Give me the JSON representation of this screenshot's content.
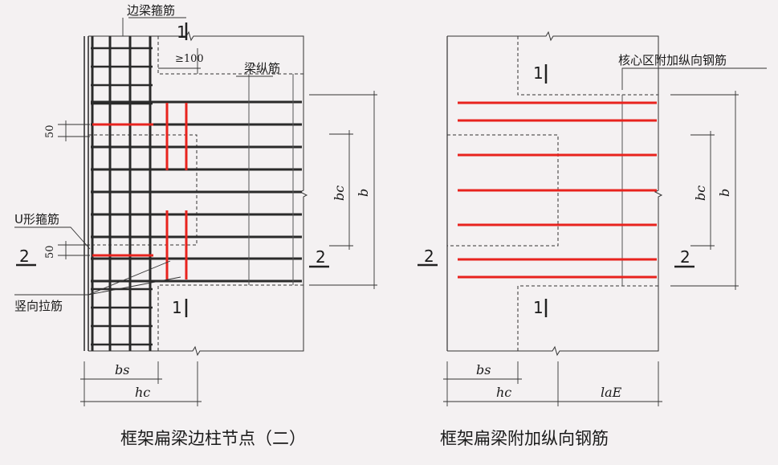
{
  "left": {
    "caption": "框架扁梁边柱节点（二）",
    "labels": {
      "edge_beam_stirrup": "边梁箍筋",
      "min_100": "≥100",
      "beam_long_bar": "梁纵筋",
      "u_stirrup": "U形箍筋",
      "vertical_tie": "竖向拉筋",
      "dim_50_top": "50",
      "dim_50_bot": "50",
      "bs": "bs",
      "hc": "hc",
      "bc": "bc",
      "b": "b",
      "sec1_top": "1",
      "sec1_bot": "1",
      "sec2_left": "2",
      "sec2_right": "2"
    }
  },
  "right": {
    "caption": "框架扁梁附加纵向钢筋",
    "labels": {
      "core_extra_bar": "核心区附加纵向钢筋",
      "bs": "bs",
      "hc": "hc",
      "lae": "laE",
      "bc": "bc",
      "b": "b",
      "sec1_top": "1",
      "sec1_bot": "1",
      "sec2_left": "2",
      "sec2_right": "2"
    }
  },
  "colors": {
    "rebar_black": "#2a2a2a",
    "rebar_red": "#e8231e",
    "line": "#333333"
  }
}
